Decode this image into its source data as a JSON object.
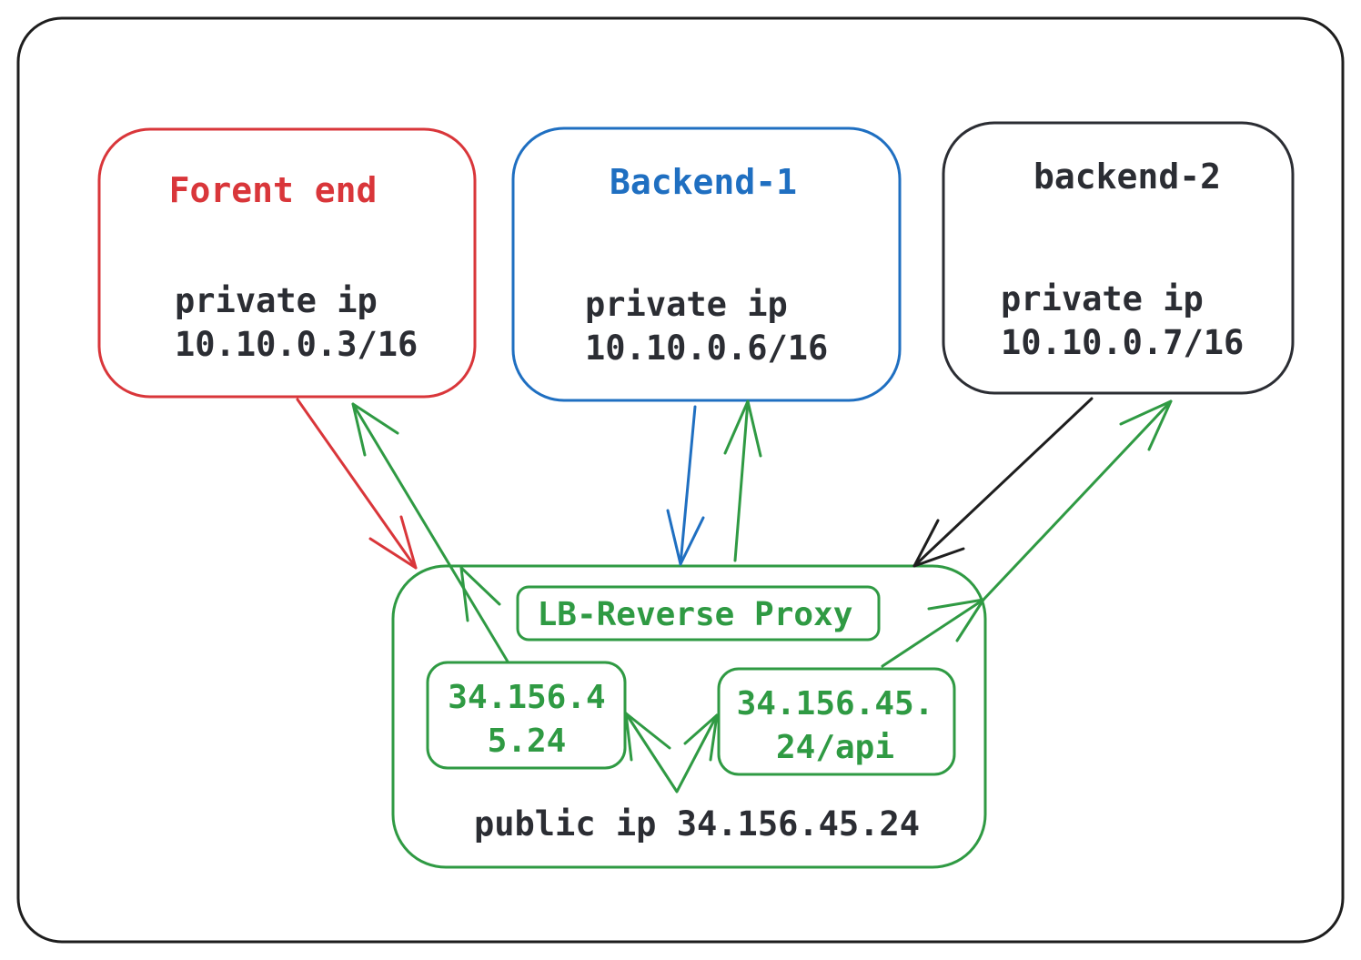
{
  "colors": {
    "red": "#d9363a",
    "blue": "#1f6fc1",
    "dark": "#2b2d33",
    "black": "#1e1e1e",
    "green": "#2f9a43",
    "frame": "#1e1e1e"
  },
  "nodes": {
    "frontend": {
      "title": "Forent end",
      "line1": "private ip",
      "line2": "10.10.0.3/16"
    },
    "backend1": {
      "title": "Backend-1",
      "line1": "private ip",
      "line2": "10.10.0.6/16"
    },
    "backend2": {
      "title": "backend-2",
      "line1": "private ip",
      "line2": "10.10.0.7/16"
    },
    "lb": {
      "title": "LB-Reverse Proxy",
      "route_frontend_line1": "34.156.4",
      "route_frontend_line2": "5.24",
      "route_api_line1": "34.156.45.",
      "route_api_line2": "24/api",
      "public_ip": "public ip 34.156.45.24"
    }
  }
}
